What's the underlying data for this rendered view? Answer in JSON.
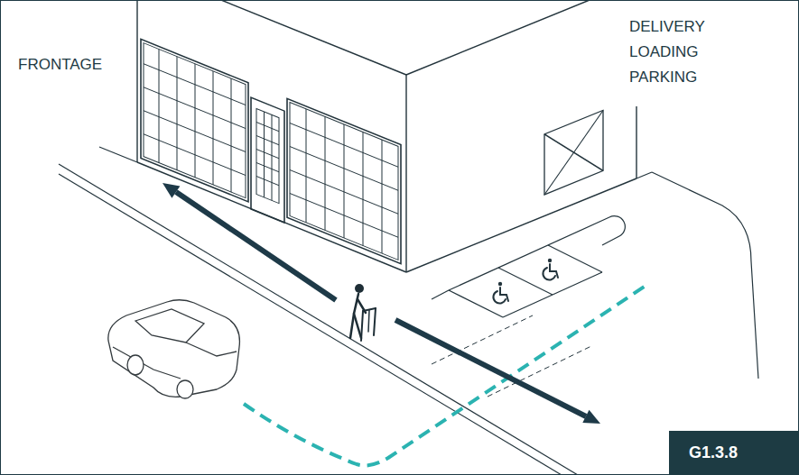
{
  "diagram": {
    "nodes": [
      {
        "text": [
          "G1.3.8"
        ]
      }
    ],
    "labels": [
      "FRONTAGE",
      "DELIVERY LOADING PARKING"
    ]
  }
}
